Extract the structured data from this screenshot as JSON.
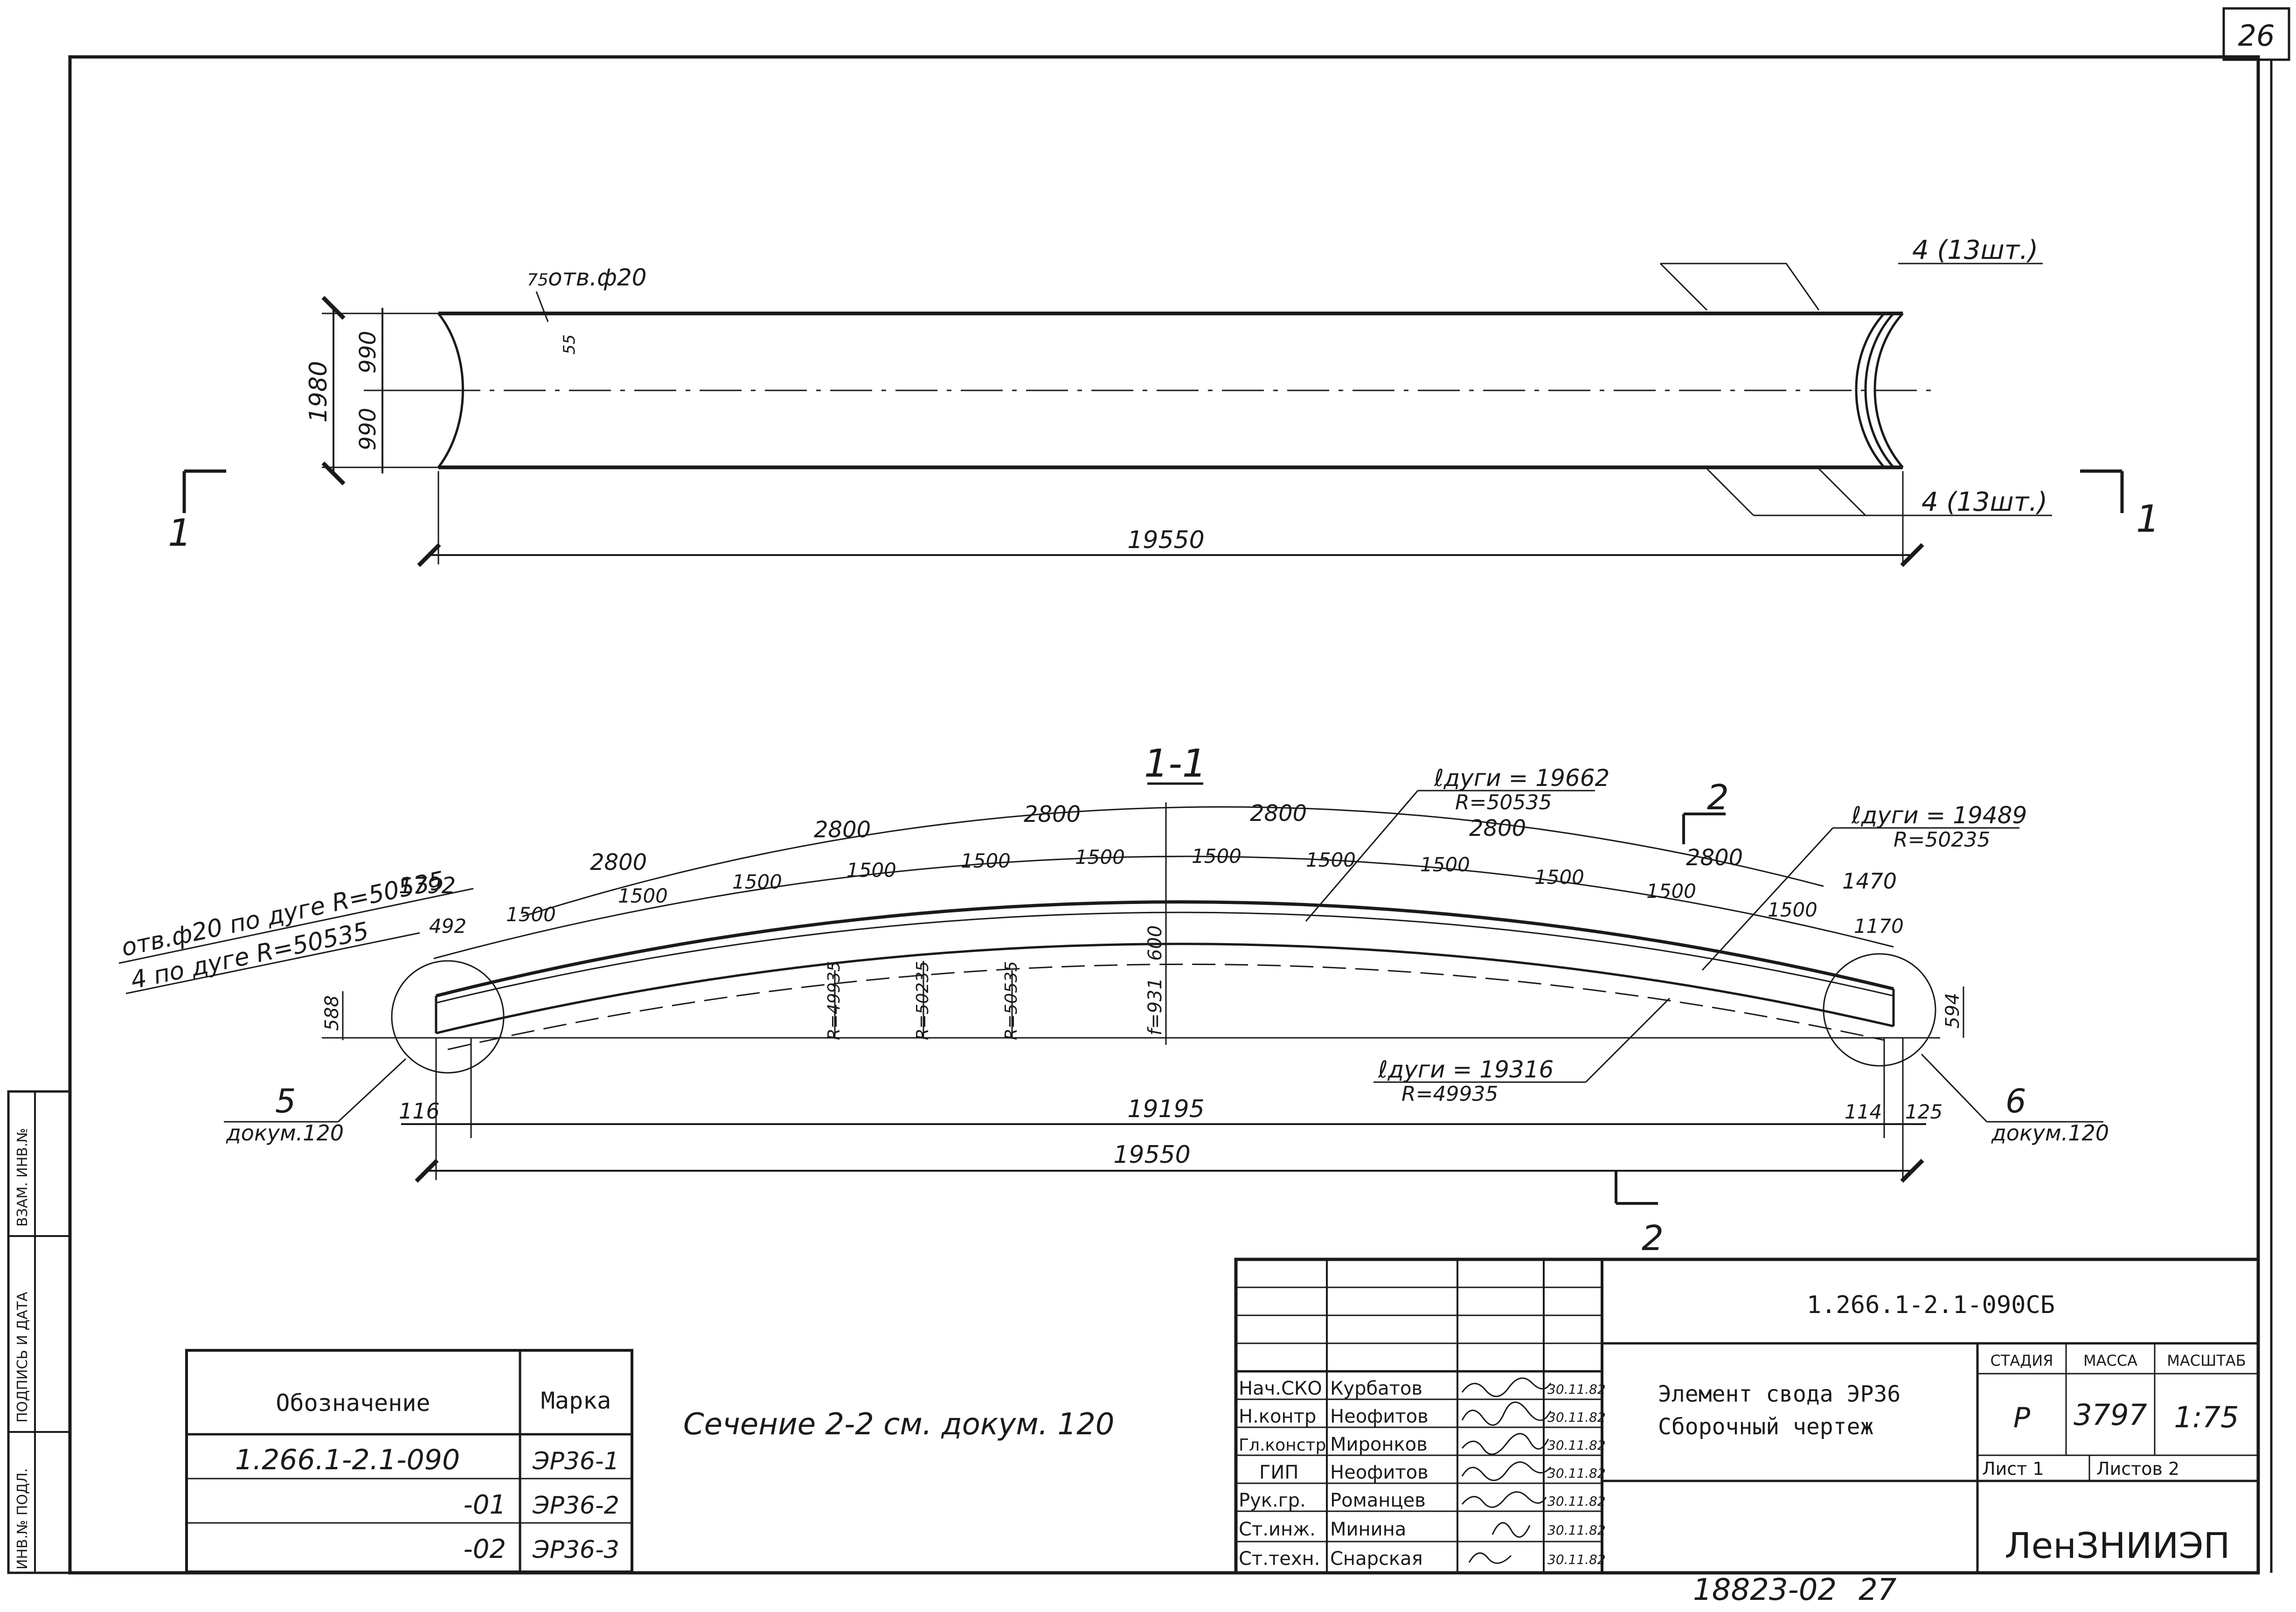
{
  "sheet": {
    "page_number": "26",
    "bottom_doc_number": "18823-02",
    "bottom_page": "27"
  },
  "plan_view": {
    "dim_total_height": "1980",
    "dim_half_top": "990",
    "dim_half_bottom": "990",
    "dim_length": "19550",
    "hole_callout": "отв.ф20",
    "dim_75": "75",
    "dim_55": "55",
    "leader_top": "4 (13шт.)",
    "leader_bottom": "4 (13шт.)",
    "section_mark_left": "1",
    "section_mark_right": "1"
  },
  "section_view": {
    "title": "1-1",
    "section2_top": "2",
    "section2_bottom": "2",
    "arc_segments_outer": [
      "1792",
      "2800",
      "2800",
      "2800",
      "2800",
      "2800",
      "2800",
      "1470"
    ],
    "arc_segments_inner": [
      "492",
      "1500",
      "1500",
      "1500",
      "1500",
      "1500",
      "1500",
      "1500",
      "1500",
      "1500",
      "1500",
      "1500",
      "1500",
      "1170"
    ],
    "callout_holes": "отв.ф20 по дуге R=50535",
    "callout_item4": "4  по дуге  R=50535",
    "arc_top_left_len": "ℓдуги = 19662",
    "arc_top_left_r": "R=50535",
    "arc_top_right_len": "ℓдуги = 19489",
    "arc_top_right_r": "R=50235",
    "arc_bottom_len": "ℓдуги = 19316",
    "arc_bottom_r": "R=49935",
    "radius_1": "R=49935",
    "radius_2": "R=50235",
    "radius_3": "R=50535",
    "height_mid": "600",
    "rise": "f=931",
    "height_left": "588",
    "height_right": "594",
    "dim_left_offset": "116",
    "dim_chord": "19195",
    "dim_right_offset_1": "114",
    "dim_right_offset_2": "125",
    "dim_total": "19550",
    "node_left": "5",
    "node_left_ref": "докум.120",
    "node_right": "6",
    "node_right_ref": "докум.120",
    "section_note": "Сечение 2-2 см. докум. 120"
  },
  "marks_table": {
    "header_designation": "Обозначение",
    "header_mark": "Марка",
    "rows": [
      {
        "designation": "1.266.1-2.1-090",
        "mark": "ЭР36-1"
      },
      {
        "designation": "-01",
        "mark": "ЭР36-2"
      },
      {
        "designation": "-02",
        "mark": "ЭР36-3"
      }
    ]
  },
  "side_stamp": {
    "col1": "ВЗАМ. ИНВ.№",
    "col2": "ПОДПИСЬ И ДАТА",
    "col3": "ИНВ.№ ПОДЛ."
  },
  "title_block": {
    "code": "1.266.1-2.1-090СБ",
    "name_line1": "Элемент  свода  ЭР36",
    "name_line2": "Сборочный чертеж",
    "stage_label": "СТАДИЯ",
    "mass_label": "МАССА",
    "scale_label": "МАСШТАБ",
    "stage": "Р",
    "mass": "3797",
    "scale": "1:75",
    "sheet_label": "Лист 1",
    "sheets_label": "Листов 2",
    "organization": "ЛенЗНИИЭП",
    "signatures": [
      {
        "role": "Нач.СКО",
        "name": "Курбатов",
        "date": "30.11.82"
      },
      {
        "role": "Н.контр",
        "name": "Неофитов",
        "date": "30.11.82"
      },
      {
        "role": "Гл.констр",
        "name": "Миронков",
        "date": "30.11.82"
      },
      {
        "role": "ГИП",
        "name": "Неофитов",
        "date": "30.11.82"
      },
      {
        "role": "Рук.гр.",
        "name": "Романцев",
        "date": "30.11.82"
      },
      {
        "role": "Ст.инж.",
        "name": "Минина",
        "date": "30.11.82"
      },
      {
        "role": "Ст.техн.",
        "name": "Снарская",
        "date": "30.11.82"
      }
    ]
  }
}
